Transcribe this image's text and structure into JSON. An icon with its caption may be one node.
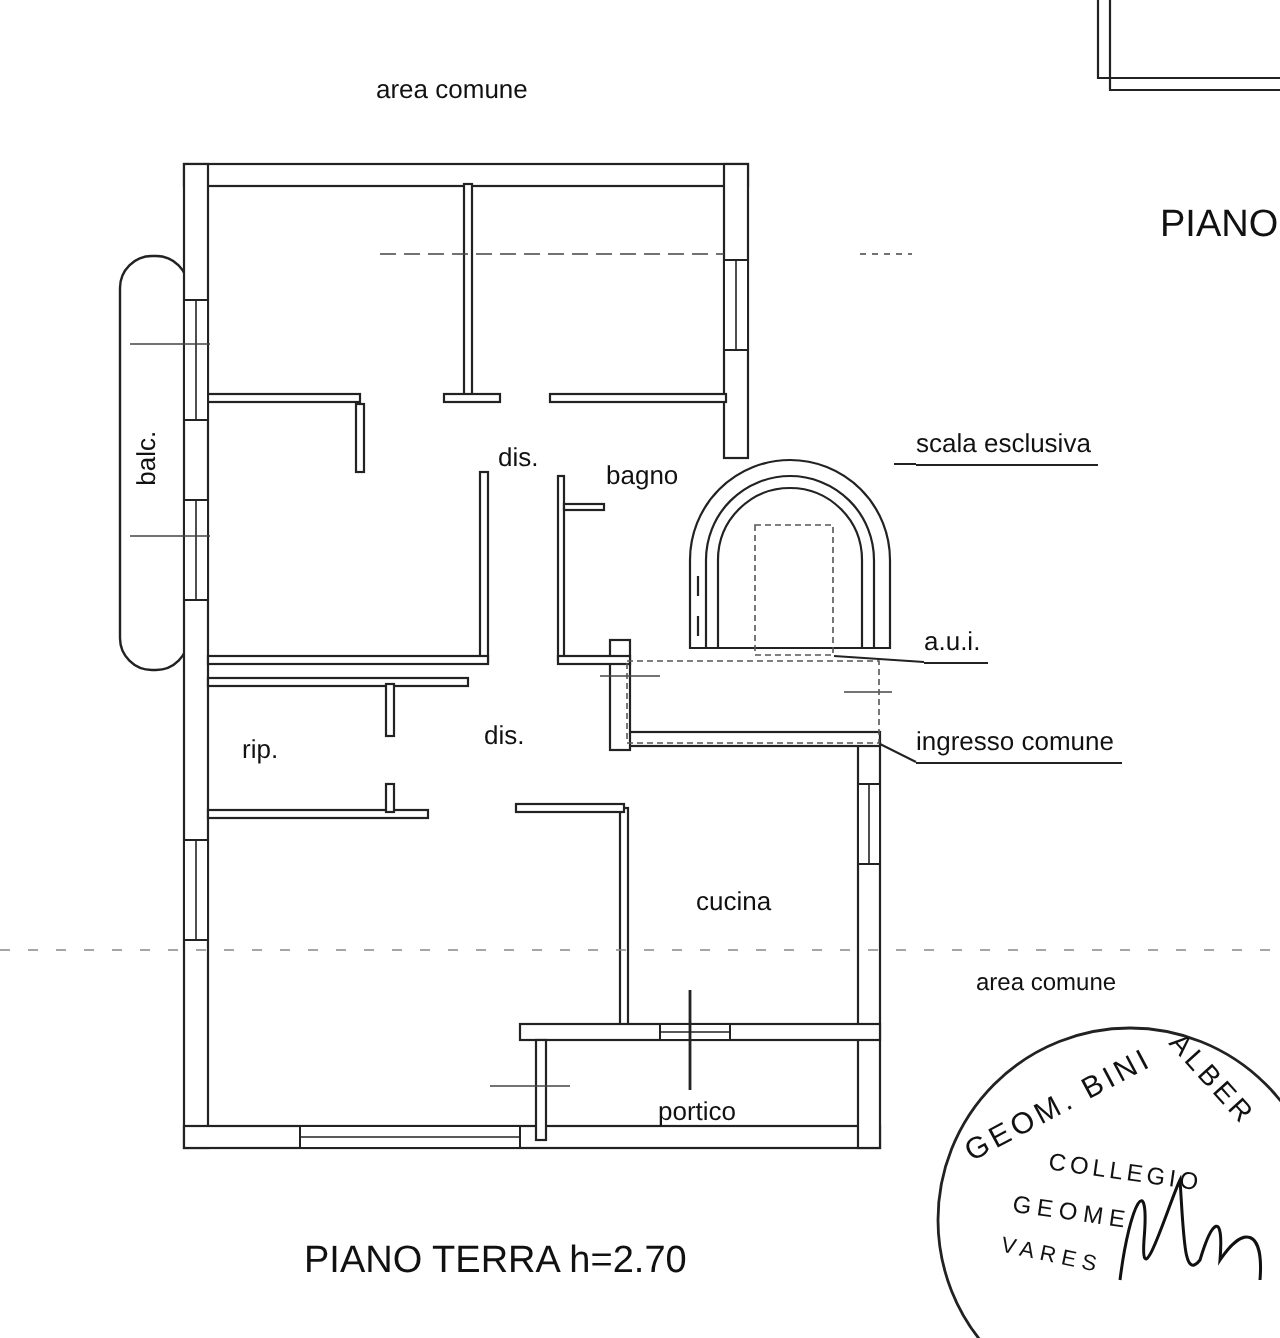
{
  "diagram": {
    "title": "PIANO TERRA h=2.70",
    "nodes": [
      {
        "text": [
          "scala esclusiva"
        ]
      },
      {
        "text": [],
        "shape": "stair"
      },
      {
        "text": [
          "a.u.i."
        ]
      },
      {
        "text": [],
        "shape": "box",
        "in": 1
      },
      {
        "text": [
          "ingresso comune"
        ]
      },
      {
        "text": [],
        "shape": "box"
      }
    ],
    "edges": [
      {
        "from": 0,
        "to": 1,
        "arrow": "none"
      },
      {
        "from": 2,
        "to": 3,
        "arrow": "none"
      },
      {
        "from": 4,
        "to": 5,
        "arrow": "none"
      }
    ],
    "labels": [
      "area comune",
      "PIANO",
      "balc.",
      "dis.",
      "bagno",
      "rip.",
      "dis.",
      "cucina",
      "area comune",
      "portico",
      "GEOM. BINI",
      "ALBER",
      "COLLEGIO",
      "GEOME",
      "VARES"
    ]
  }
}
